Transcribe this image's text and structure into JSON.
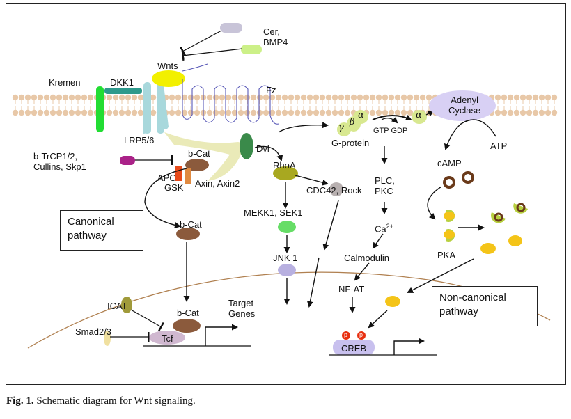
{
  "figure": {
    "caption_label": "Fig. 1.",
    "caption_text": "Schematic diagram for Wnt signaling."
  },
  "labels": {
    "cer_bmp4": "Cer,\nBMP4",
    "wnts": "Wnts",
    "kremen": "Kremen",
    "dkk1": "DKK1",
    "fz": "Fz",
    "lrp56": "LRP5/6",
    "dvl": "Dvl",
    "btrcp": "b-TrCP1/2,\nCullins, Skp1",
    "bcat_complex": "b-Cat",
    "apc": "APC",
    "gsk": "GSK",
    "axin": "Axin, Axin2",
    "bcat_free": "b-Cat",
    "bcat_nucleus": "b-Cat",
    "icat": "ICAT",
    "smad": "Smad2/3",
    "tcf": "Tcf",
    "target_genes": "Target\nGenes",
    "rhoa": "RhoA",
    "cdc42": "CDC42, Rock",
    "mekk1": "MEKK1, SEK1",
    "jnk1": "JNK 1",
    "gprotein": "G-protein",
    "gamma": "γ",
    "beta": "β",
    "alpha_sub": "α",
    "alpha_free": "α",
    "gtp_gdp": "GTP GDP",
    "adenyl_cyclase": "Adenyl\nCyclase",
    "atp": "ATP",
    "camp": "cAMP",
    "plc_pkc": "PLC,\nPKC",
    "ca": "Ca",
    "ca_sup": "2+",
    "calmodulin": "Calmodulin",
    "nfat": "NF-AT",
    "pka": "PKA",
    "creb": "CREB",
    "p1": "p",
    "p2": "p",
    "canonical": "Canonical\npathway",
    "noncanonical": "Non-canonical\npathway"
  },
  "colors": {
    "membrane_head": "#e8c8a8",
    "dkk1": "#2e9a8c",
    "kremen": "#22dd33",
    "wnt": "#f2f000",
    "lrp": "#a8d8dc",
    "dvl": "#3a8a4a",
    "bcat": "#8b5a3c",
    "apc": "#e84a1a",
    "gsk": "#e08a40",
    "btrcp": "#aa2288",
    "rhoa": "#a8a820",
    "mekk": "#66dd66",
    "jnk": "#b8b0e0",
    "adenyl": "#d8d0f4",
    "pka_yellow": "#f4c418",
    "pka_green": "#b8d040",
    "camp_ring": "#6a3a1a",
    "creb": "#c8c0ee",
    "phospho": "#e83010",
    "icat": "#a09a3a",
    "tcf": "#d0b8d0",
    "nucleus_line": "#b08050",
    "cer": "#c8c4d8",
    "bmp4": "#ccf088"
  }
}
